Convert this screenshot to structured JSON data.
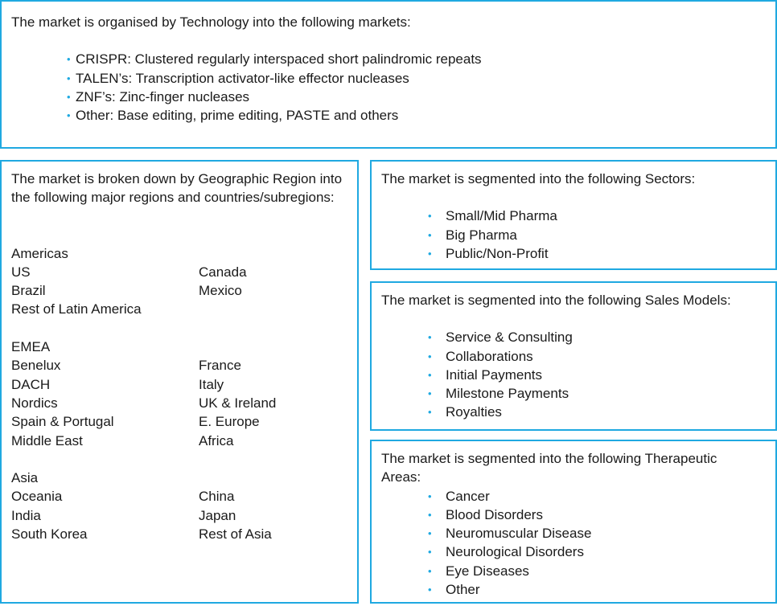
{
  "technology": {
    "heading": "The market is organised by Technology into the following markets:",
    "items": [
      "CRISPR: Clustered regularly interspaced short palindromic repeats",
      "TALEN’s: Transcription activator-like effector nucleases",
      "ZNF’s: Zinc-finger nucleases",
      "Other: Base editing, prime editing, PASTE and others"
    ]
  },
  "region": {
    "heading": "The market is broken down by Geographic Region into the following major regions and countries/subregions:",
    "groups": [
      {
        "title": "Americas",
        "rows": [
          [
            "US",
            "Canada"
          ],
          [
            "Brazil",
            "Mexico"
          ],
          [
            "Rest of Latin America",
            ""
          ]
        ]
      },
      {
        "title": "EMEA",
        "rows": [
          [
            "Benelux",
            "France"
          ],
          [
            "DACH",
            "Italy"
          ],
          [
            "Nordics",
            "UK & Ireland"
          ],
          [
            "Spain & Portugal",
            "E. Europe"
          ],
          [
            "Middle East",
            "Africa"
          ]
        ]
      },
      {
        "title": "Asia",
        "rows": [
          [
            "Oceania",
            "China"
          ],
          [
            "India",
            "Japan"
          ],
          [
            "South Korea",
            "Rest of Asia"
          ]
        ]
      }
    ]
  },
  "sectors": {
    "heading": "The market is segmented into the following Sectors:",
    "items": [
      "Small/Mid Pharma",
      "Big Pharma",
      "Public/Non-Profit"
    ]
  },
  "sales_models": {
    "heading": "The market is segmented into the following Sales Models:",
    "items": [
      "Service & Consulting",
      "Collaborations",
      "Initial Payments",
      "Milestone Payments",
      "Royalties"
    ]
  },
  "therapeutic_areas": {
    "heading": "The market is segmented into the following Therapeutic Areas:",
    "items": [
      "Cancer",
      "Blood Disorders",
      "Neuromuscular Disease",
      "Neurological Disorders",
      "Eye Diseases",
      "Other"
    ]
  },
  "colors": {
    "accent": "#1fa9e1",
    "text": "#1a1a1a"
  }
}
